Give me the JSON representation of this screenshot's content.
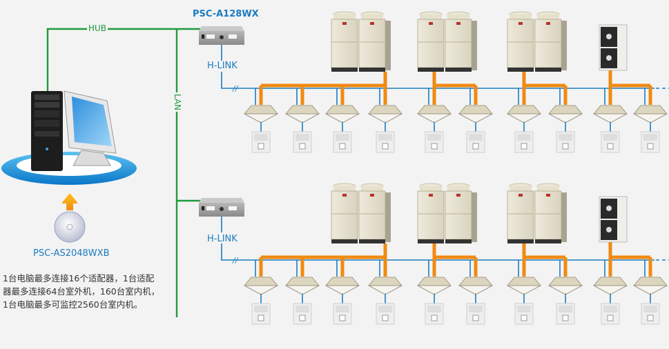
{
  "labels": {
    "hub": "HUB",
    "lan": "LAN",
    "adapter_top": "PSC-A128WX",
    "hlink_top": "H-LINK",
    "hlink_bottom": "H-LINK",
    "software": "PSC-AS2048WXB"
  },
  "description": "1台电脑最多连接16个适配器，1台适配器最多连接64台室外机，160台室内机，1台电脑最多可监控2560台室内机。",
  "colors": {
    "lan": "#1f9a3e",
    "hlink": "#1a7cc1",
    "refrigerant": "#f08a12",
    "background": "#f3f3f3"
  },
  "network": {
    "rows": 2,
    "outdoor_groups_per_row": [
      {
        "type": "double-vrf",
        "indoor_units": 4
      },
      {
        "type": "double-vrf",
        "indoor_units": 2
      },
      {
        "type": "double-vrf",
        "indoor_units": 2
      },
      {
        "type": "single-fan",
        "indoor_units": 2
      }
    ]
  }
}
